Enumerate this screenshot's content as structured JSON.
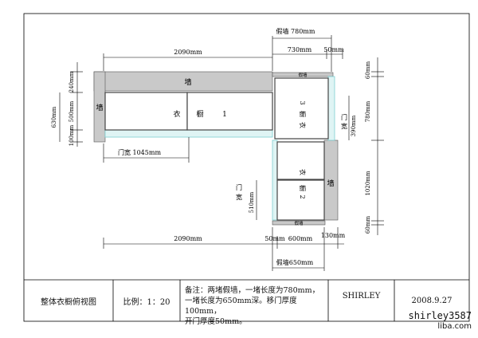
{
  "plan": {
    "dims": {
      "top_left_length": "2090mm",
      "false_wall_top": "假墙 780mm",
      "top_right_730": "730mm",
      "top_right_50": "50mm",
      "left_240": "240mm",
      "left_630": "630mm",
      "left_500": "500mm",
      "left_100": "100mm",
      "door_width": "门宽 1045mm",
      "bottom_left_length": "2090mm",
      "bottom_50": "50mm",
      "bottom_600": "600mm",
      "bottom_130": "130mm",
      "false_wall_bottom": "假墙650mm",
      "right_60_top": "60mm",
      "right_780": "780mm",
      "right_1020": "1020mm",
      "right_60_bottom": "60mm",
      "door_390": "390mm",
      "door_510": "510mm"
    },
    "labels": {
      "wall_top": "墙",
      "wall_left": "墙",
      "wall_right": "墙",
      "false_wall_small_top": "假墙",
      "false_wall_small_bottom": "假墙",
      "wardrobe1_a": "衣",
      "wardrobe1_b": "橱",
      "wardrobe1_num": "1",
      "wardrobe2_a": "衣",
      "wardrobe2_b": "橱",
      "wardrobe2_num": "2",
      "wardrobe3_a": "衣",
      "wardrobe3_b": "橱",
      "wardrobe3_num": "3",
      "door_label_right_a": "门",
      "door_label_right_b": "宽",
      "door_label_mid_a": "门",
      "door_label_mid_b": "宽"
    }
  },
  "title_block": {
    "title": "整体衣橱俯视图",
    "scale": "比例：1：20",
    "note_line1": "备注：两堵假墙，一堵长度为780mm，",
    "note_line2": "一堵长度为650mm深。移门厚度100mm，",
    "note_line3": "开门厚度50mm。",
    "designer": "SHIRLEY",
    "date": "2008.9.27"
  },
  "watermark": {
    "line1": "shirley3587",
    "line2": "liba.com"
  }
}
